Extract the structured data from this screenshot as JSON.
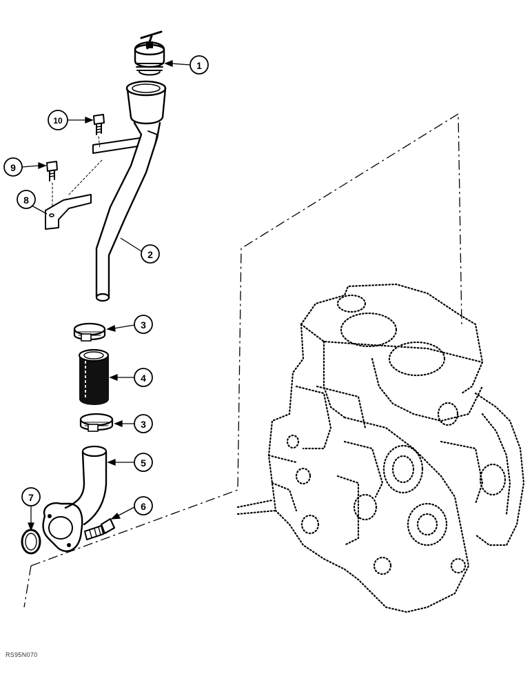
{
  "callouts": [
    {
      "id": "c1",
      "label": "1"
    },
    {
      "id": "c2",
      "label": "2"
    },
    {
      "id": "c3a",
      "label": "3"
    },
    {
      "id": "c4",
      "label": "4"
    },
    {
      "id": "c3b",
      "label": "3"
    },
    {
      "id": "c5",
      "label": "5"
    },
    {
      "id": "c6",
      "label": "6"
    },
    {
      "id": "c7",
      "label": "7"
    },
    {
      "id": "c8",
      "label": "8"
    },
    {
      "id": "c9",
      "label": "9"
    },
    {
      "id": "c10",
      "label": "10"
    }
  ],
  "figure_code": "RS95N070"
}
